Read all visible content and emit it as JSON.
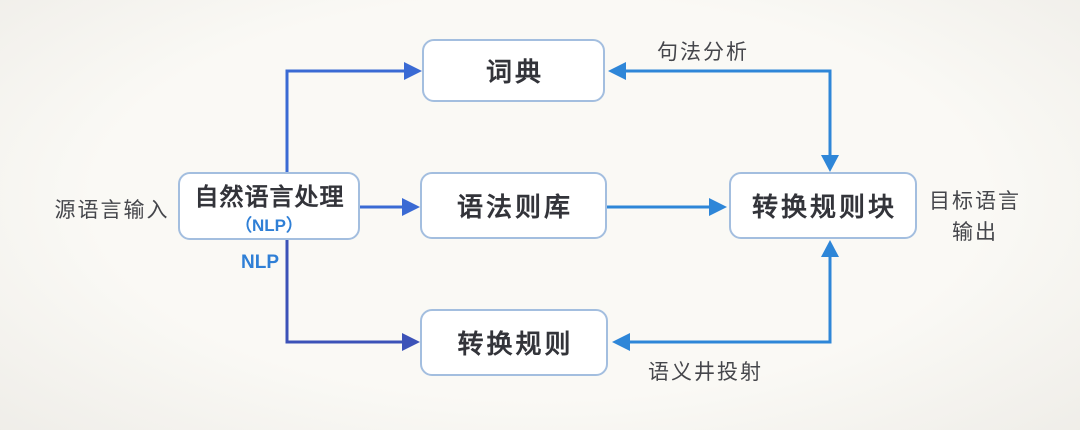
{
  "diagram": {
    "nodes": {
      "nlp": {
        "title": "自然语言处理",
        "subtitle": "（NLP）"
      },
      "dictionary": {
        "title": "词典"
      },
      "grammar_rules": {
        "title": "语法则库"
      },
      "transform_rules": {
        "title": "转换规则"
      },
      "transform_block": {
        "title": "转换规则块"
      }
    },
    "annotations": {
      "source_input": "源语言输入",
      "target_output": "目标语言\n输出",
      "nlp_tag": "NLP"
    },
    "edge_labels": {
      "syntax_analysis": "句法分析",
      "semantic_projection": "语义井投射"
    },
    "colors": {
      "arrow_sky": "#2E86D8",
      "arrow_royal": "#3A6AD4",
      "arrow_navy": "#3C52B8",
      "box_border": "#A3BEDF",
      "box_text": "#33343A",
      "accent_text": "#2F7FD6",
      "label_text": "#45464B"
    }
  }
}
